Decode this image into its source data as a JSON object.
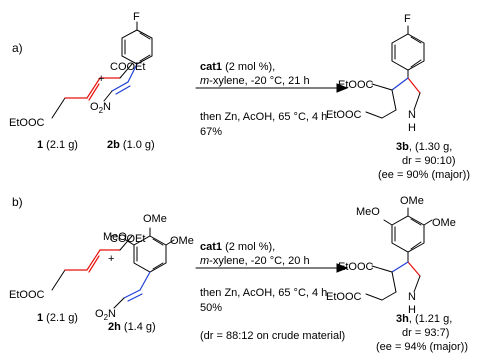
{
  "panel_a": {
    "label": "a)",
    "reactant1": {
      "ester_top": "COOEt",
      "ester_bottom": "EtOOC",
      "id": "1",
      "amount": " (2.1 g)"
    },
    "plus": "+",
    "reactant2": {
      "substituent": "F",
      "nitro": "O",
      "nitro_sub": "2",
      "nitro_n": "N",
      "id": "2b",
      "amount": " (1.0 g)"
    },
    "conditions": {
      "catalyst": "cat1",
      "catalyst_loading": " (2 mol %),",
      "solvent": "m",
      "solvent_rest": "-xylene, -20 °C, 21 h",
      "step2": "then Zn, AcOH, 65 °C, 4 h",
      "yield": "67%"
    },
    "product": {
      "substituent": "F",
      "ester1": "EtOOC",
      "ester2": "EtOOC",
      "nh_n": "N",
      "nh_h": "H",
      "id": "3b",
      "amount": ", (1.30 g,",
      "dr": "dr = 90:10)",
      "ee": "(ee = 90% (major))"
    }
  },
  "panel_b": {
    "label": "b)",
    "reactant1": {
      "ester_top": "COOEt",
      "ester_bottom": "EtOOC",
      "id": "1",
      "amount": " (2.1 g)"
    },
    "plus": "+",
    "reactant2": {
      "meo1": "MeO",
      "ome_top": "OMe",
      "ome_right": "OMe",
      "nitro": "O",
      "nitro_sub": "2",
      "nitro_n": "N",
      "id": "2h",
      "amount": " (1.4 g)"
    },
    "conditions": {
      "catalyst": "cat1",
      "catalyst_loading": " (2 mol %),",
      "solvent": "m",
      "solvent_rest": "-xylene, -20 °C, 20 h",
      "step2": "then Zn, AcOH, 65 °C, 4 h",
      "yield": "50%",
      "crude_dr": "(dr = 88:12 on crude material)"
    },
    "product": {
      "meo1": "MeO",
      "ome_top": "OMe",
      "ome_right": "OMe",
      "ester1": "EtOOC",
      "ester2": "EtOOC",
      "nh_n": "N",
      "nh_h": "H",
      "id": "3h",
      "amount": ", (1.21 g,",
      "dr": "dr = 93:7)",
      "ee": "(ee = 94% (major))"
    }
  },
  "colors": {
    "red": "#e8120c",
    "blue": "#1f3fd6",
    "black": "#000000"
  }
}
